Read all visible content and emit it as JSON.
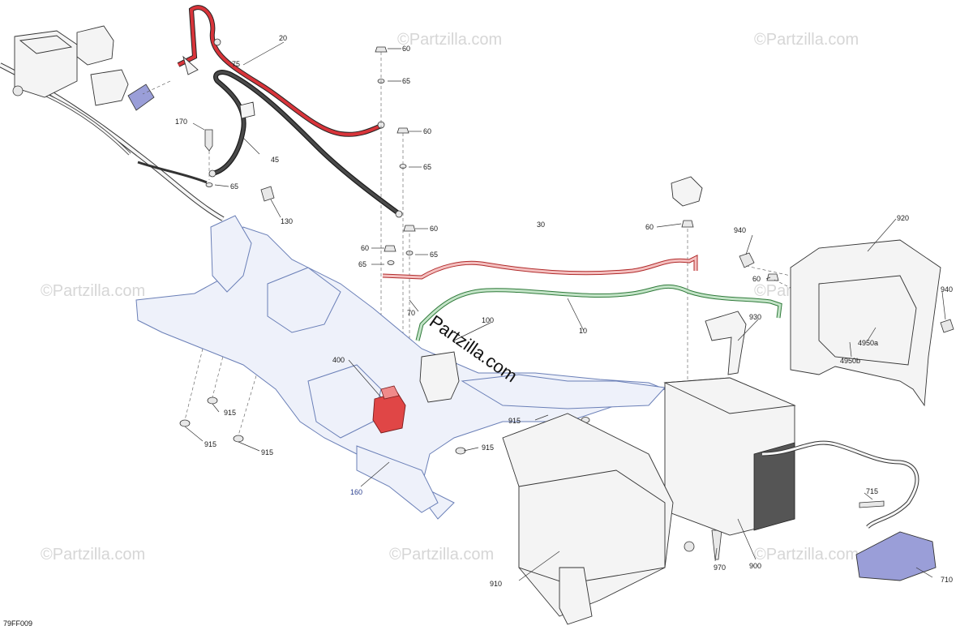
{
  "diagram": {
    "code": "79FF009",
    "brand_text": "Partzilla.com",
    "watermark_text": "©Partzilla.com",
    "colors": {
      "red_cable": "#d8343a",
      "black_cable": "#3a3a3a",
      "red_harness": "#e05a5a",
      "green_harness": "#4f9a5a",
      "frame_blue": "#6a7fb7",
      "relay_red": "#e04646",
      "lamp_purple": "#8a8fd8"
    },
    "callouts": [
      {
        "id": "c20",
        "label": "20"
      },
      {
        "id": "c75",
        "label": "75"
      },
      {
        "id": "c60a",
        "label": "60"
      },
      {
        "id": "c65a",
        "label": "65"
      },
      {
        "id": "c170",
        "label": "170"
      },
      {
        "id": "c45",
        "label": "45"
      },
      {
        "id": "c60b",
        "label": "60"
      },
      {
        "id": "c65b",
        "label": "65"
      },
      {
        "id": "c65c",
        "label": "65"
      },
      {
        "id": "c130",
        "label": "130"
      },
      {
        "id": "c60c",
        "label": "60"
      },
      {
        "id": "c60d",
        "label": "60"
      },
      {
        "id": "c65d",
        "label": "65"
      },
      {
        "id": "c65e",
        "label": "65"
      },
      {
        "id": "c30",
        "label": "30"
      },
      {
        "id": "c60e",
        "label": "60"
      },
      {
        "id": "c940a",
        "label": "940"
      },
      {
        "id": "c920",
        "label": "920"
      },
      {
        "id": "c60f",
        "label": "60"
      },
      {
        "id": "c940b",
        "label": "940"
      },
      {
        "id": "c70",
        "label": "70"
      },
      {
        "id": "c100",
        "label": "100"
      },
      {
        "id": "c10",
        "label": "10"
      },
      {
        "id": "c930",
        "label": "930"
      },
      {
        "id": "c4950b",
        "label": "4950b"
      },
      {
        "id": "c4950a",
        "label": "4950a"
      },
      {
        "id": "c400",
        "label": "400"
      },
      {
        "id": "c915a",
        "label": "915"
      },
      {
        "id": "c915b",
        "label": "915"
      },
      {
        "id": "c915c",
        "label": "915"
      },
      {
        "id": "c915d",
        "label": "915"
      },
      {
        "id": "c915e",
        "label": "915"
      },
      {
        "id": "c160",
        "label": "160"
      },
      {
        "id": "c715",
        "label": "715"
      },
      {
        "id": "c970",
        "label": "970"
      },
      {
        "id": "c900",
        "label": "900"
      },
      {
        "id": "c910",
        "label": "910"
      },
      {
        "id": "c710",
        "label": "710"
      }
    ]
  }
}
